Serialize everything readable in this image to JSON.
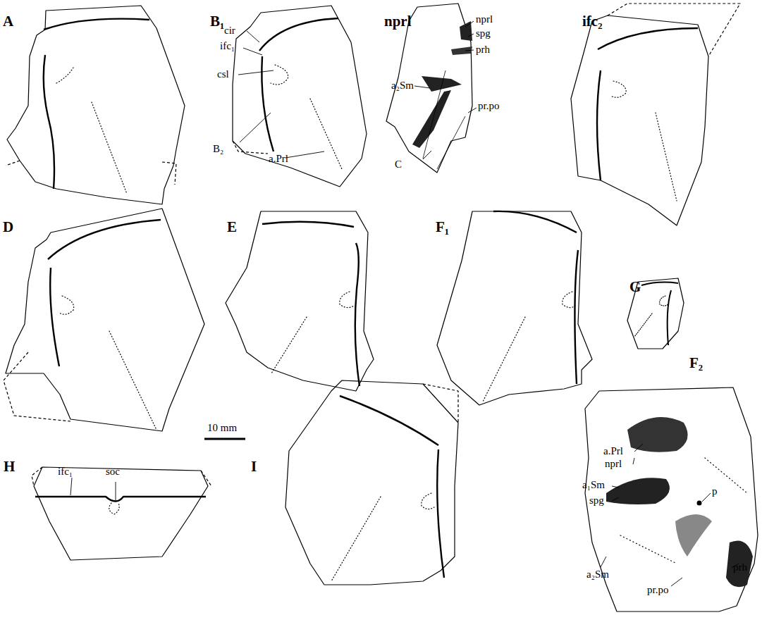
{
  "diagram": {
    "labels": [
      "A",
      "B₁",
      "nprl",
      "ifc₂",
      "cir",
      "ifc₁",
      "csl",
      "B₂",
      "a.Prl",
      "nprl",
      "spg",
      "prh",
      "a₂Sm",
      "pr.po",
      "C",
      "D",
      "E",
      "F₁",
      "G",
      "10 mm",
      "H",
      "ifc₁",
      "soc",
      "I",
      "F₂",
      "a.Prl",
      "nprl",
      "a₁Sm",
      "spg",
      "p",
      "prh",
      "a₂Sm",
      "pr.po"
    ]
  }
}
